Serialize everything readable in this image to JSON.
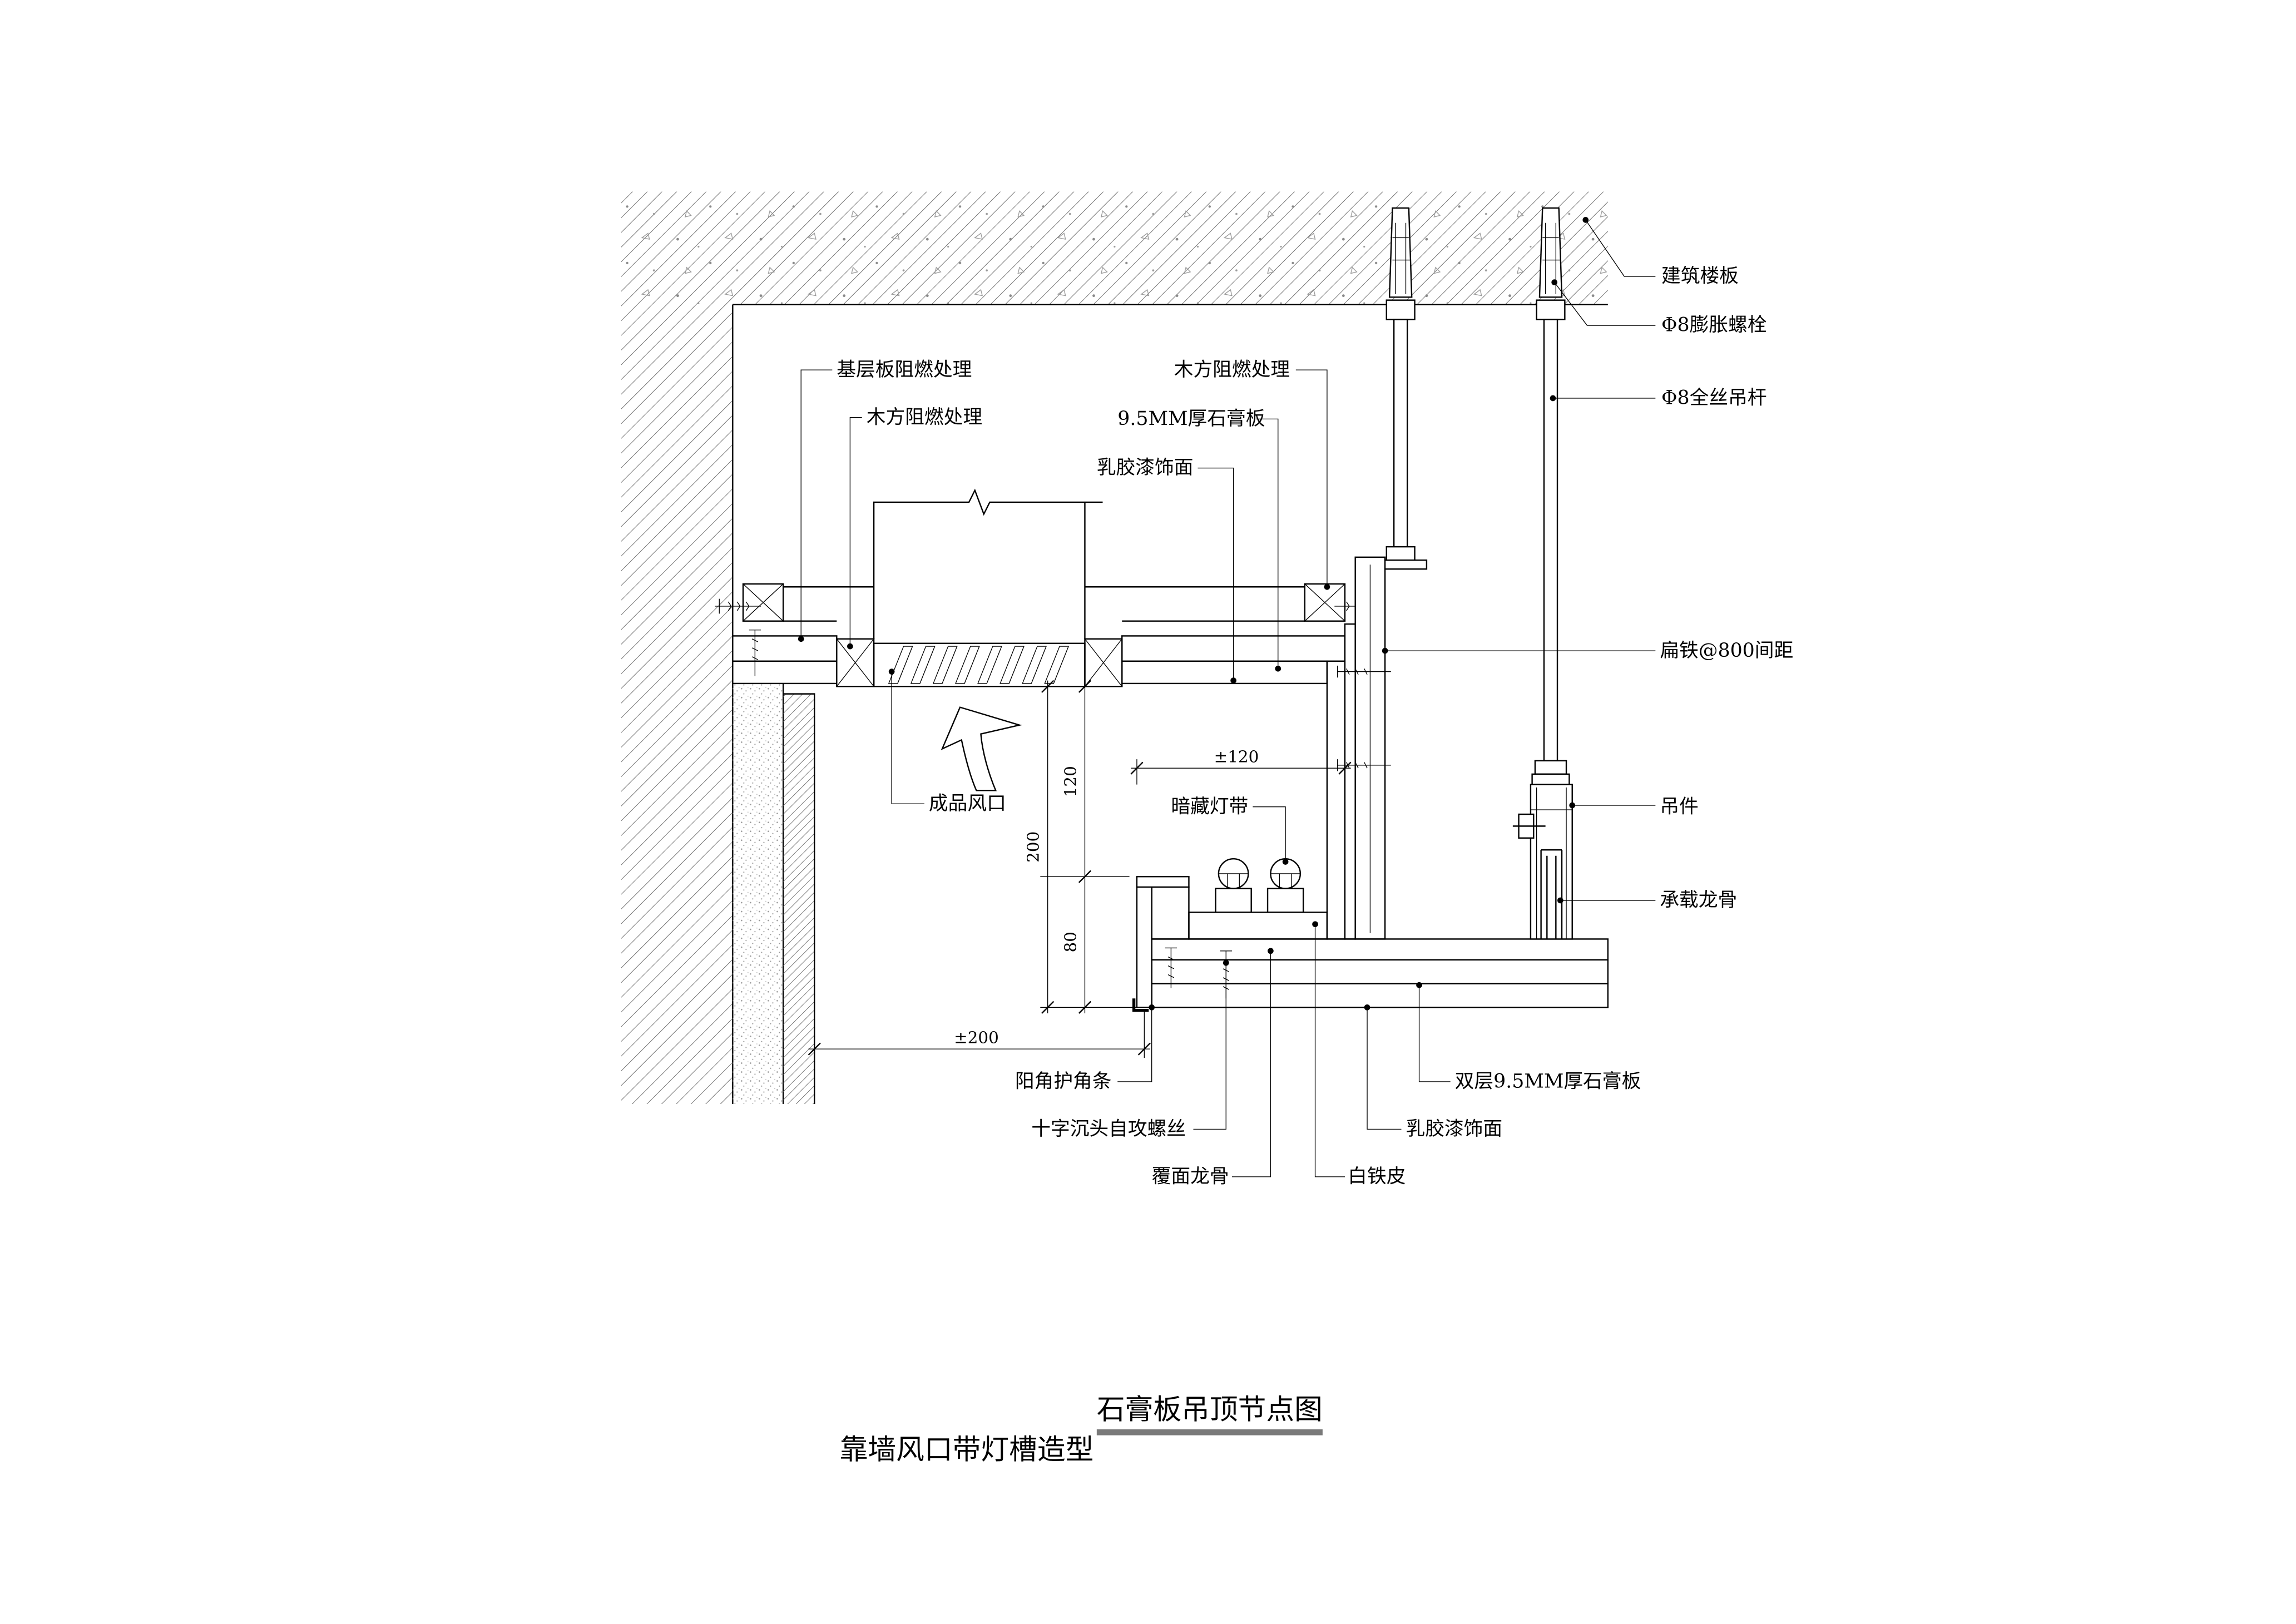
{
  "labels": {
    "slab": "建筑楼板",
    "expansion_bolt": "Φ8膨胀螺栓",
    "threaded_rod": "Φ8全丝吊杆",
    "base_board_fire": "基层板阻燃处理",
    "wood_fire_left": "木方阻燃处理",
    "wood_fire_right": "木方阻燃处理",
    "gypsum_top": "9.5MM厚石膏板",
    "latex_top": "乳胶漆饰面",
    "flat_iron": "扁铁@800间距",
    "hanger": "吊件",
    "main_channel": "承载龙骨",
    "vent": "成品风口",
    "hidden_light": "暗藏灯带",
    "corner_bead": "阳角护角条",
    "screw": "十字沉头自攻螺丝",
    "furring_channel": "覆面龙骨",
    "tin_sheet": "白铁皮",
    "latex_bottom": "乳胶漆饰面",
    "double_gypsum": "双层9.5MM厚石膏板"
  },
  "dimensions": {
    "trough_width": "±120",
    "trough_depth": "120",
    "total_drop": "200",
    "lip_height": "80",
    "wall_offset": "±200"
  },
  "title": {
    "main": "石膏板吊顶节点图",
    "sub": "靠墙风口带灯槽造型"
  },
  "colors": {
    "line": "#000000",
    "background": "#ffffff",
    "title_bar": "#7a7a7a"
  }
}
